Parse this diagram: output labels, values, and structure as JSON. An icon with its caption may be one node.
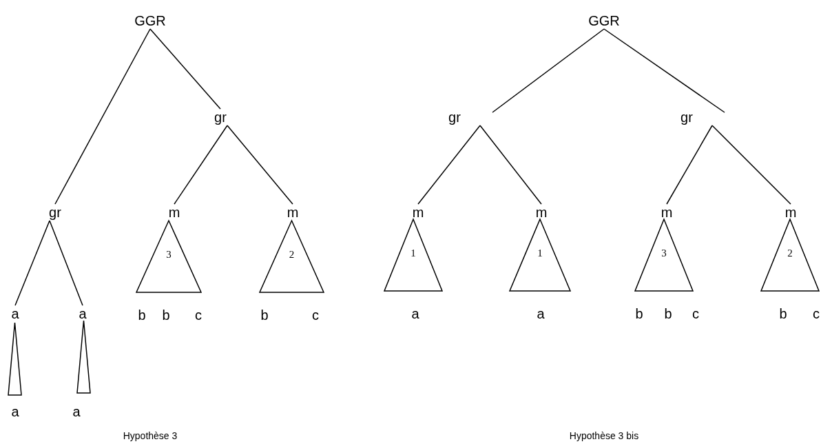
{
  "diagram": {
    "nodes": [
      {
        "text": [
          "GGR"
        ]
      },
      {
        "text": [
          "gr"
        ]
      },
      {
        "text": [
          "gr"
        ]
      },
      {
        "text": [
          "m"
        ]
      },
      {
        "text": [
          "m"
        ]
      },
      {
        "text": [
          "3"
        ],
        "beside": [
          "b",
          "b",
          "c"
        ]
      },
      {
        "text": [
          "2"
        ],
        "beside": [
          "b",
          "c"
        ]
      },
      {
        "text": [
          "a"
        ]
      },
      {
        "text": [
          "a"
        ]
      },
      {
        "text": [],
        "shape": "triangle",
        "beside": [
          "a"
        ]
      },
      {
        "text": [],
        "shape": "triangle",
        "beside": [
          "a"
        ]
      },
      {
        "text": [
          "GGR"
        ]
      },
      {
        "text": [
          "gr"
        ]
      },
      {
        "text": [
          "gr"
        ]
      },
      {
        "text": [
          "m"
        ]
      },
      {
        "text": [
          "m"
        ]
      },
      {
        "text": [
          "m"
        ]
      },
      {
        "text": [
          "m"
        ]
      },
      {
        "text": [
          "1"
        ],
        "beside": [
          "a"
        ]
      },
      {
        "text": [
          "1"
        ],
        "beside": [
          "a"
        ]
      },
      {
        "text": [
          "3"
        ],
        "beside": [
          "b",
          "b",
          "c"
        ]
      },
      {
        "text": [
          "2"
        ],
        "beside": [
          "b",
          "c"
        ]
      }
    ],
    "edges": [
      {
        "from": 0,
        "to": 2,
        "arrow": "none"
      },
      {
        "from": 0,
        "to": 1,
        "arrow": "none"
      },
      {
        "from": 1,
        "to": 3,
        "arrow": "none"
      },
      {
        "from": 1,
        "to": 4,
        "arrow": "none"
      },
      {
        "from": 2,
        "to": 7,
        "arrow": "none"
      },
      {
        "from": 2,
        "to": 8,
        "arrow": "none"
      },
      {
        "from": 11,
        "to": 12,
        "arrow": "none"
      },
      {
        "from": 11,
        "to": 13,
        "arrow": "none"
      },
      {
        "from": 12,
        "to": 14,
        "arrow": "none"
      },
      {
        "from": 12,
        "to": 15,
        "arrow": "none"
      },
      {
        "from": 13,
        "to": 16,
        "arrow": "none"
      },
      {
        "from": 13,
        "to": 17,
        "arrow": "none"
      }
    ],
    "labels": [
      "Hypothèse 3",
      "Hypothèse 3 bis"
    ]
  }
}
